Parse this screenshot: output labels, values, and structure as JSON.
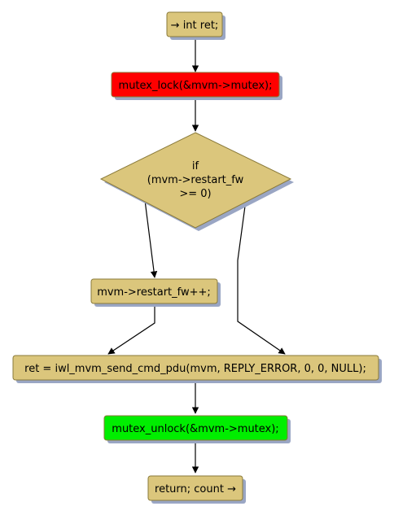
{
  "colors": {
    "node_fill": "#dbc67c",
    "lock_fill": "#ff0000",
    "unlock_fill": "#00ee00",
    "edge": "#000000"
  },
  "nodes": {
    "start": "→ int ret;",
    "lock": "mutex_lock(&mvm->mutex);",
    "condition": [
      "if",
      "(mvm->restart_fw",
      ">= 0)"
    ],
    "increment": "mvm->restart_fw++;",
    "send_cmd": "ret = iwl_mvm_send_cmd_pdu(mvm, REPLY_ERROR, 0, 0, NULL);",
    "unlock": "mutex_unlock(&mvm->mutex);",
    "end": "return; count →"
  }
}
